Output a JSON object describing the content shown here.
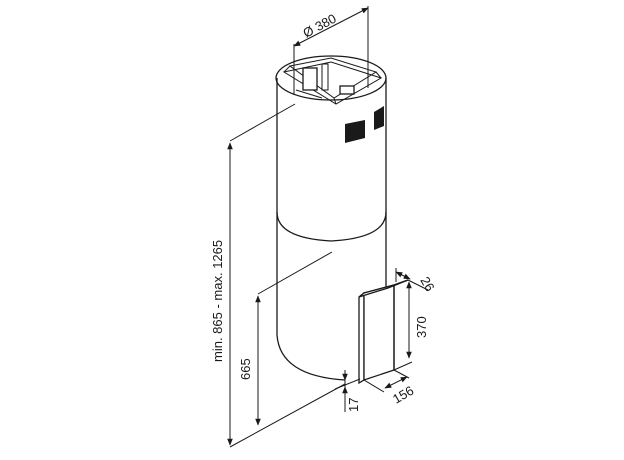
{
  "drawing": {
    "subject": "cylindrical island cooker hood",
    "dimensions": {
      "diameter": "Ø 380",
      "total_height": "min. 865 - max. 1265",
      "lower_height": "665",
      "control_depth": "26",
      "control_height": "370",
      "control_width": "156",
      "bottom_offset": "17"
    },
    "colors": {
      "line": "#1a1a1a",
      "background": "#ffffff"
    }
  }
}
